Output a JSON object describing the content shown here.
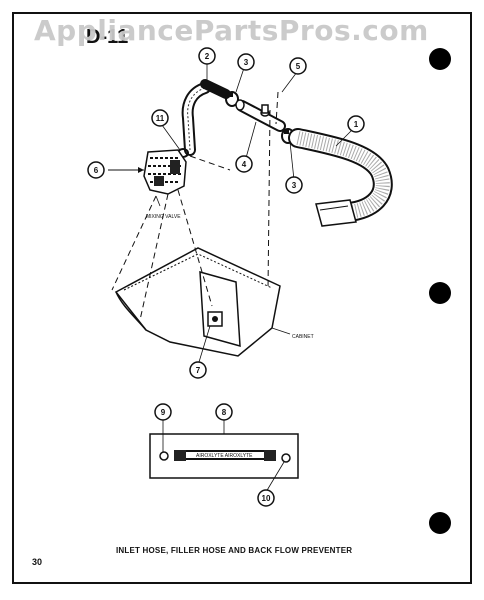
{
  "watermark": "AppliancePartsPros.com",
  "page_code": "D-11",
  "caption": "INLET HOSE, FILLER HOSE AND BACK FLOW PREVENTER",
  "page_number": "30",
  "labels": {
    "mixing_valve": "MIXING VALVE",
    "cabinet": "CABINET"
  },
  "callouts": {
    "n1": "1",
    "n2": "2",
    "n3a": "3",
    "n3b": "3",
    "n4": "4",
    "n5": "5",
    "n6": "6",
    "n7": "7",
    "n8": "8",
    "n9": "9",
    "n10": "10",
    "n11": "11"
  },
  "hose_text": "AIROXLYTE  AIROXLYTE"
}
